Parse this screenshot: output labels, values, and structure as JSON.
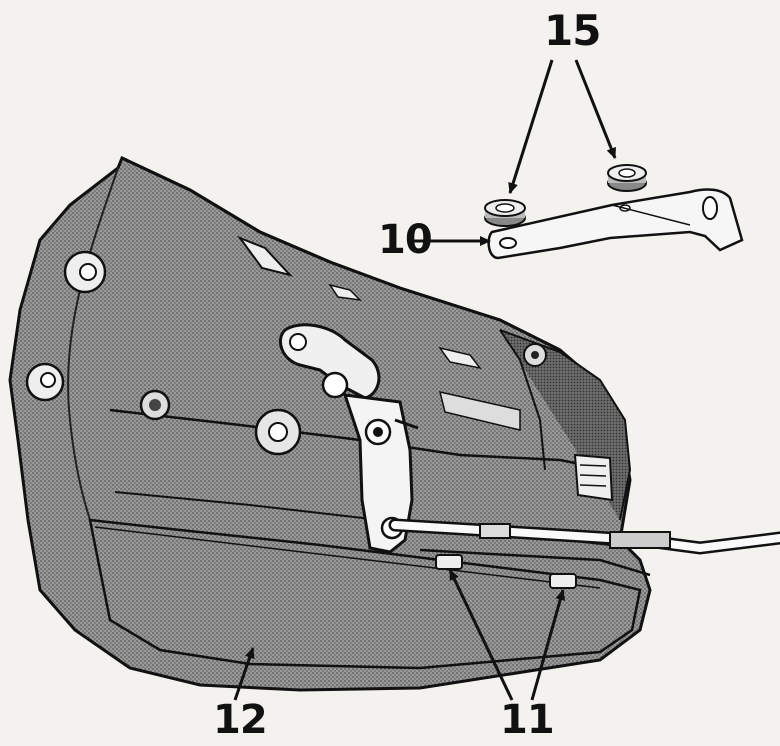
{
  "callouts": {
    "c15": "15",
    "c10": "10",
    "c12": "12",
    "c11": "11"
  },
  "colors": {
    "paper": "#f4f2ee",
    "ink": "#111111",
    "shade": "#8a8a8a"
  }
}
